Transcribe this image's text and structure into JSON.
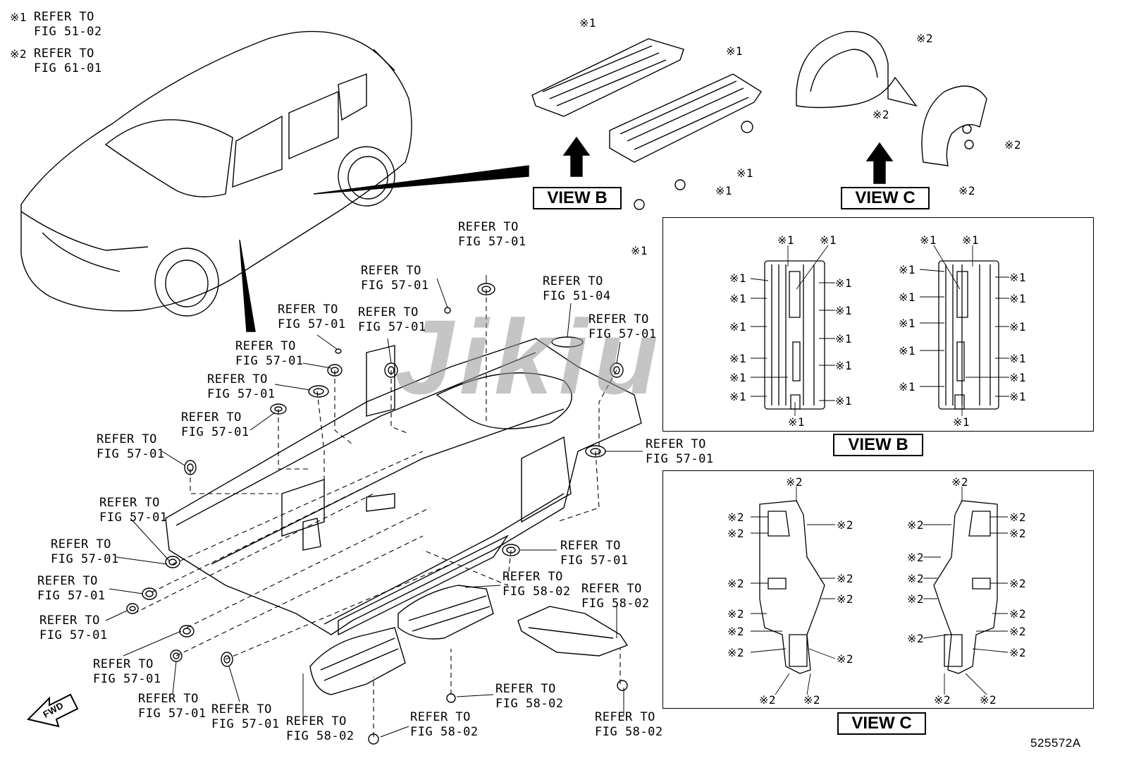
{
  "legend": [
    {
      "mark": "※1",
      "text": "REFER TO\nFIG 51-02"
    },
    {
      "mark": "※2",
      "text": "REFER TO\nFIG 61-01"
    }
  ],
  "views": {
    "view_b": "VIEW B",
    "view_c": "VIEW C"
  },
  "marks": {
    "m1": "※1",
    "m2": "※2"
  },
  "refs": {
    "r5701": "REFER TO\nFIG 57-01",
    "r5104": "REFER TO\nFIG 51-04",
    "r5802": "REFER TO\nFIG 58-02"
  },
  "fwd": "FWD",
  "watermark": "Jikiu",
  "diagram_id": "525572A"
}
